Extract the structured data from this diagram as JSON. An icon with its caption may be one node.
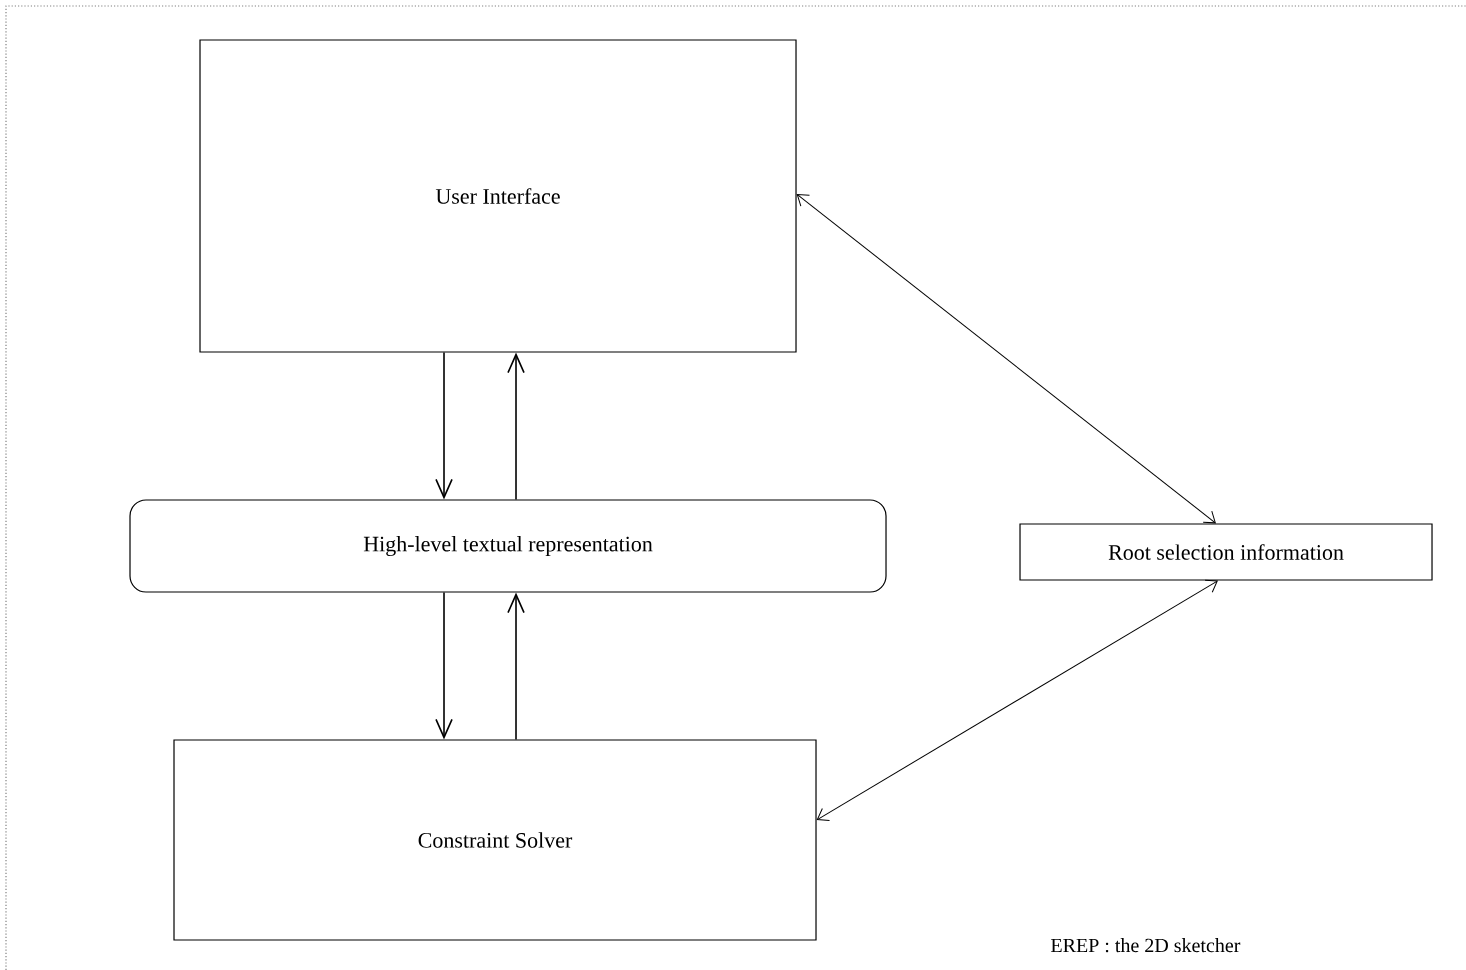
{
  "diagram": {
    "nodes": [
      {
        "text": [
          "User Interface"
        ]
      },
      {
        "text": [
          "High-level textual representation"
        ]
      },
      {
        "text": [
          "Root selection information"
        ]
      },
      {
        "text": [
          "Constraint Solver"
        ]
      }
    ],
    "edges": [
      {
        "from": 0,
        "to": 1,
        "arrow": "to"
      },
      {
        "from": 1,
        "to": 0,
        "arrow": "to"
      },
      {
        "from": 1,
        "to": 3,
        "arrow": "to"
      },
      {
        "from": 3,
        "to": 1,
        "arrow": "to"
      },
      {
        "from": 0,
        "to": 2,
        "arrow": "both"
      },
      {
        "from": 2,
        "to": 3,
        "arrow": "both"
      }
    ],
    "labels": [
      "EREP : the 2D sketcher"
    ]
  }
}
